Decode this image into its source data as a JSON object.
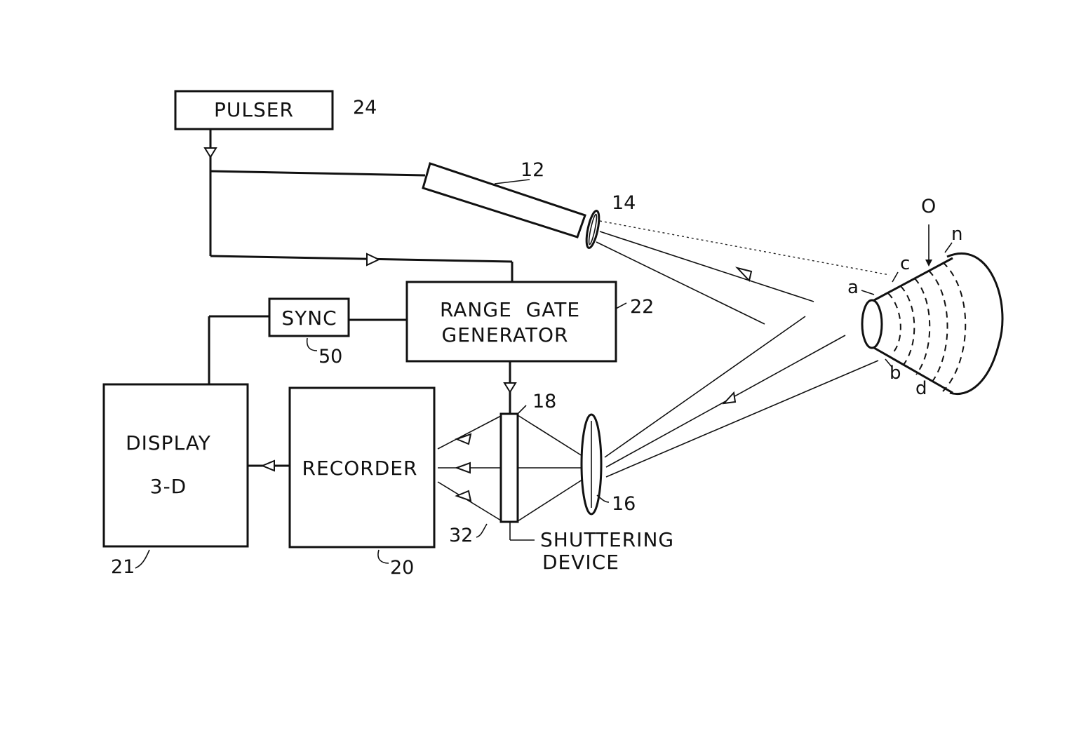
{
  "blocks": {
    "pulser": "PULSER",
    "range_gate_line1": "RANGE  GATE",
    "range_gate_line2": "GENERATOR",
    "sync": "SYNC",
    "display_line1": "DISPLAY",
    "display_line2": "3-D",
    "recorder": "RECORDER",
    "shutter_line1": "SHUTTERING",
    "shutter_line2": "DEVICE"
  },
  "refs": {
    "pulser": "24",
    "laser": "12",
    "lens_tx": "14",
    "range_gate": "22",
    "sync": "50",
    "shutter": "18",
    "lens_rx": "16",
    "display": "21",
    "recorder": "20",
    "recorder_paths": "32"
  },
  "object": {
    "label": "O",
    "zones": [
      "a",
      "b",
      "c",
      "d",
      "n"
    ]
  }
}
